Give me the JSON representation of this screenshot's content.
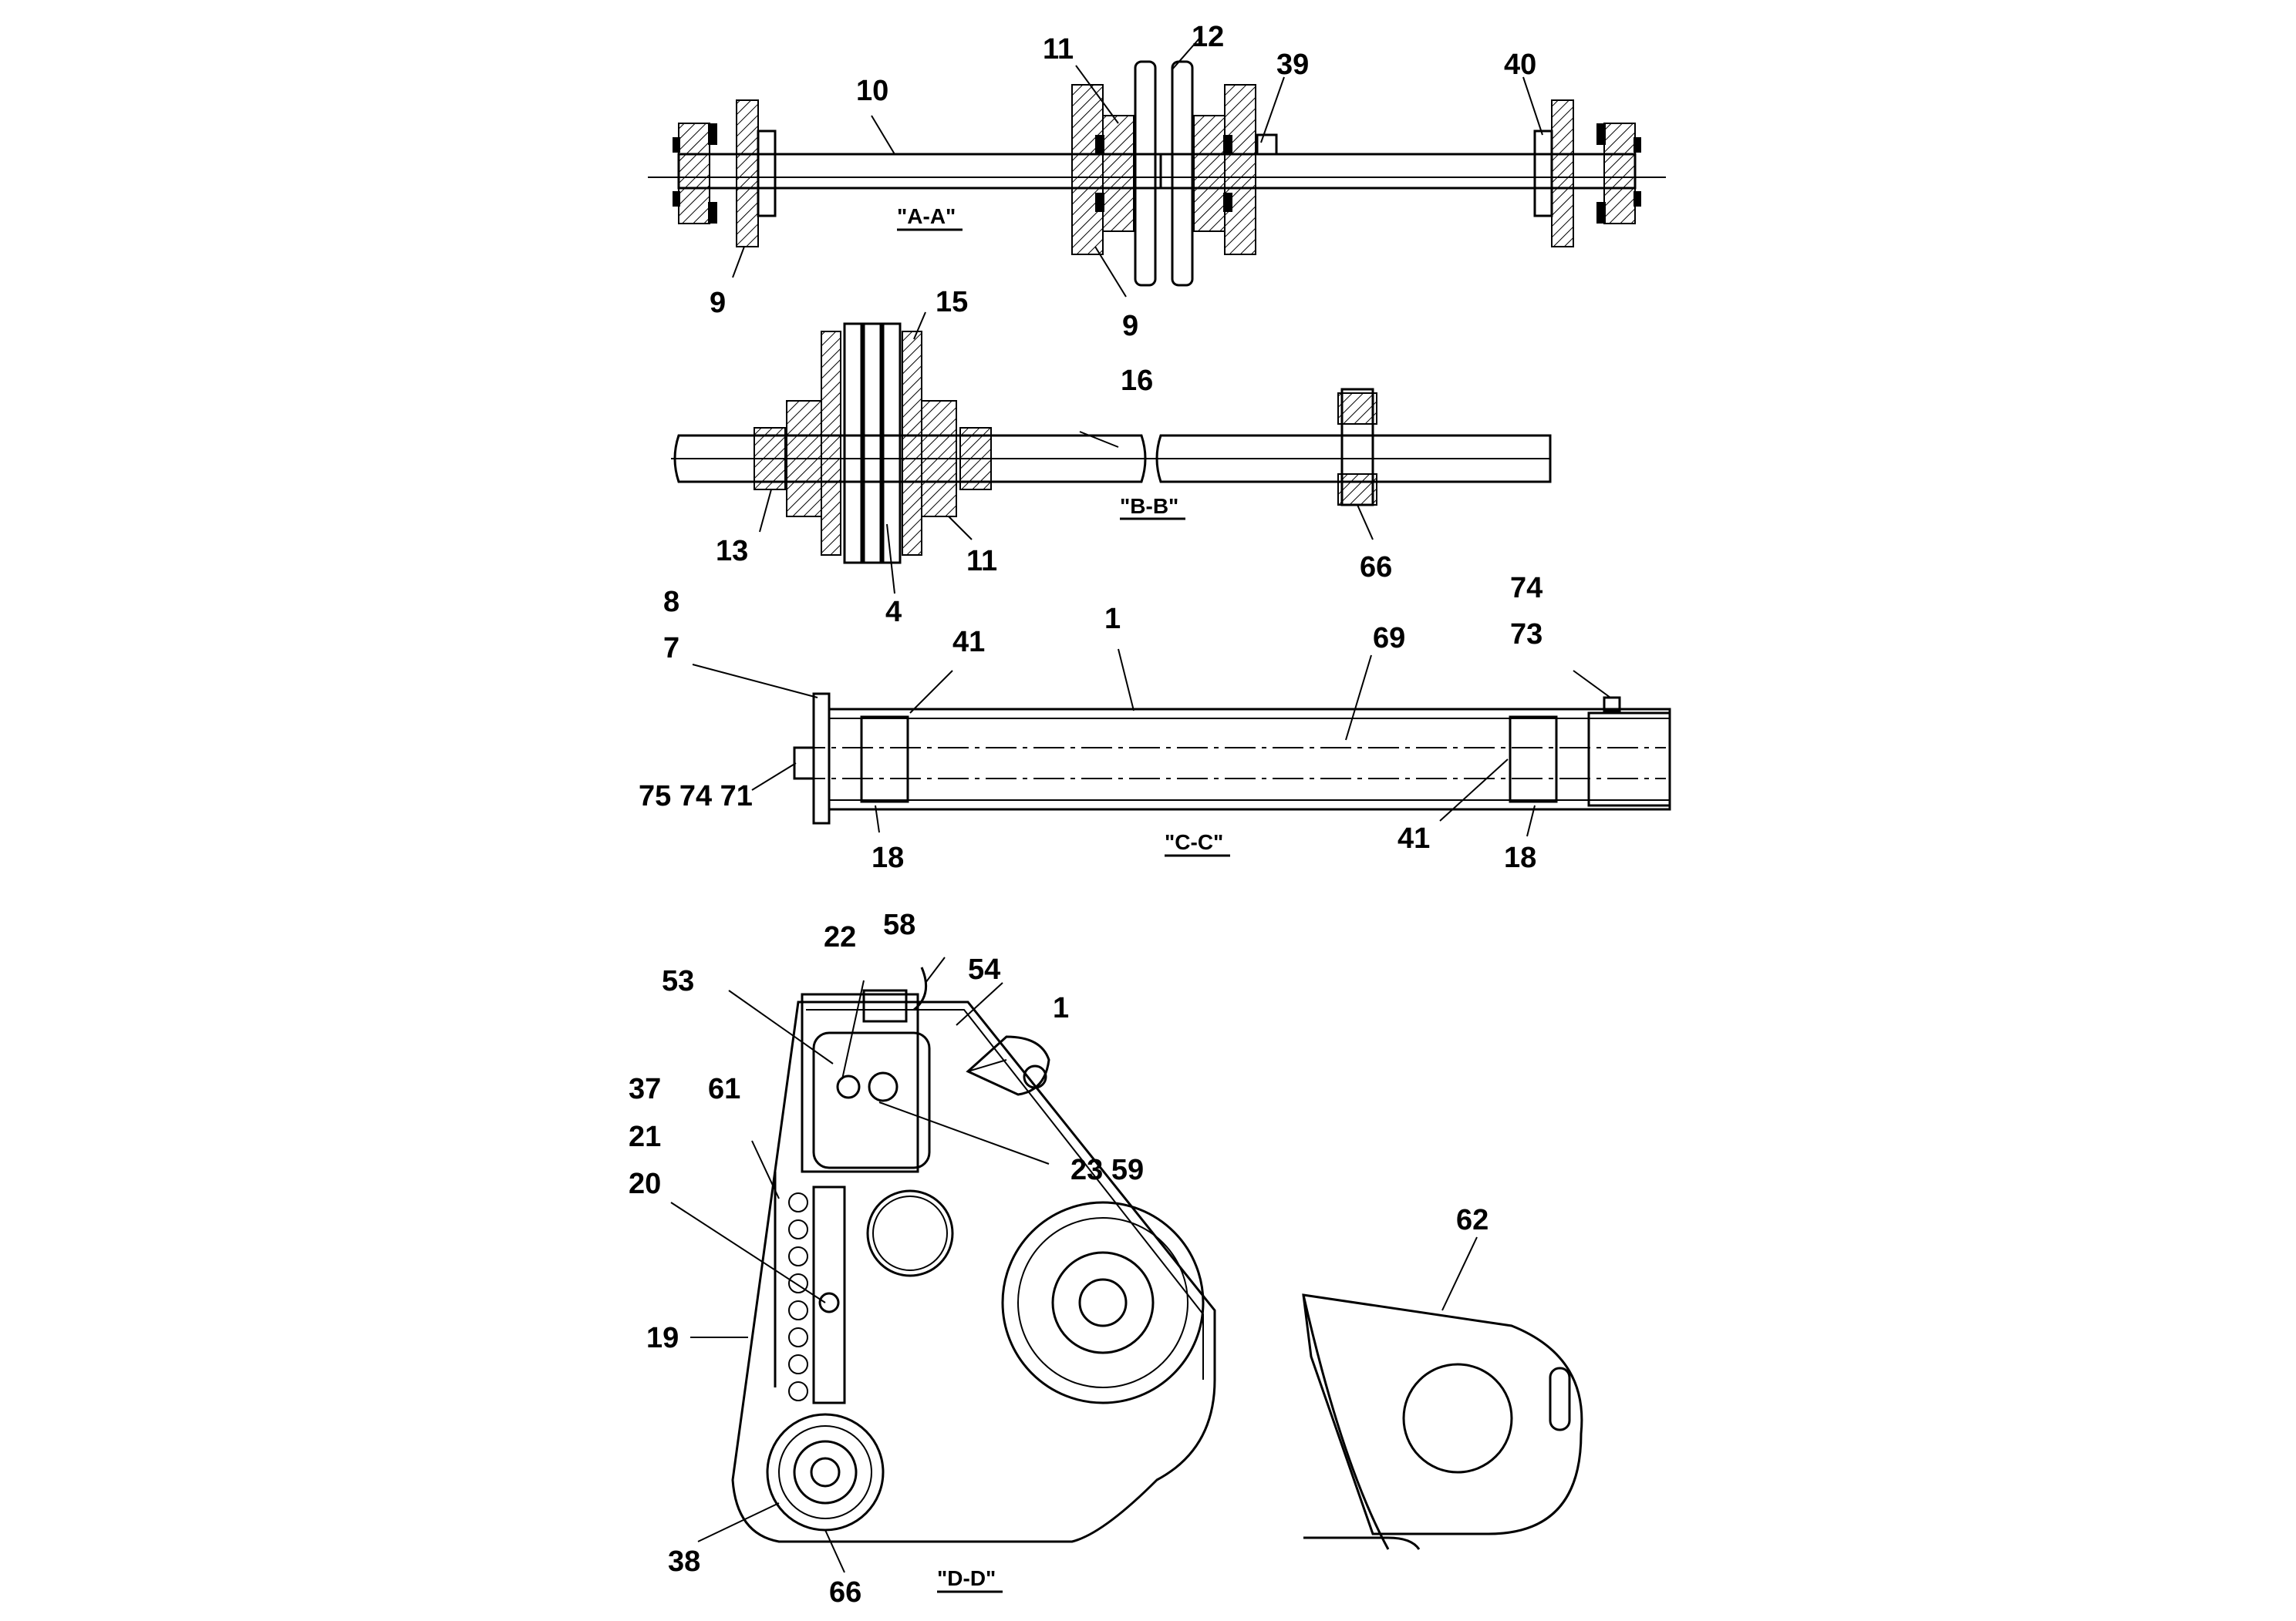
{
  "sections": {
    "aa": "\"A-A\"",
    "bb": "\"B-B\"",
    "cc": "\"C-C\"",
    "dd": "\"D-D\""
  },
  "callouts": {
    "aa": [
      "10",
      "11",
      "12",
      "39",
      "40",
      "9",
      "9"
    ],
    "bb": [
      "15",
      "16",
      "13",
      "4",
      "11",
      "66"
    ],
    "cc": [
      "8",
      "7",
      "41",
      "1",
      "69",
      "74",
      "73",
      "75 74 71",
      "18",
      "41",
      "18"
    ],
    "dd": [
      "22",
      "58",
      "54",
      "53",
      "1",
      "37",
      "21",
      "61",
      "23 59",
      "20",
      "19",
      "62",
      "38",
      "66"
    ]
  }
}
